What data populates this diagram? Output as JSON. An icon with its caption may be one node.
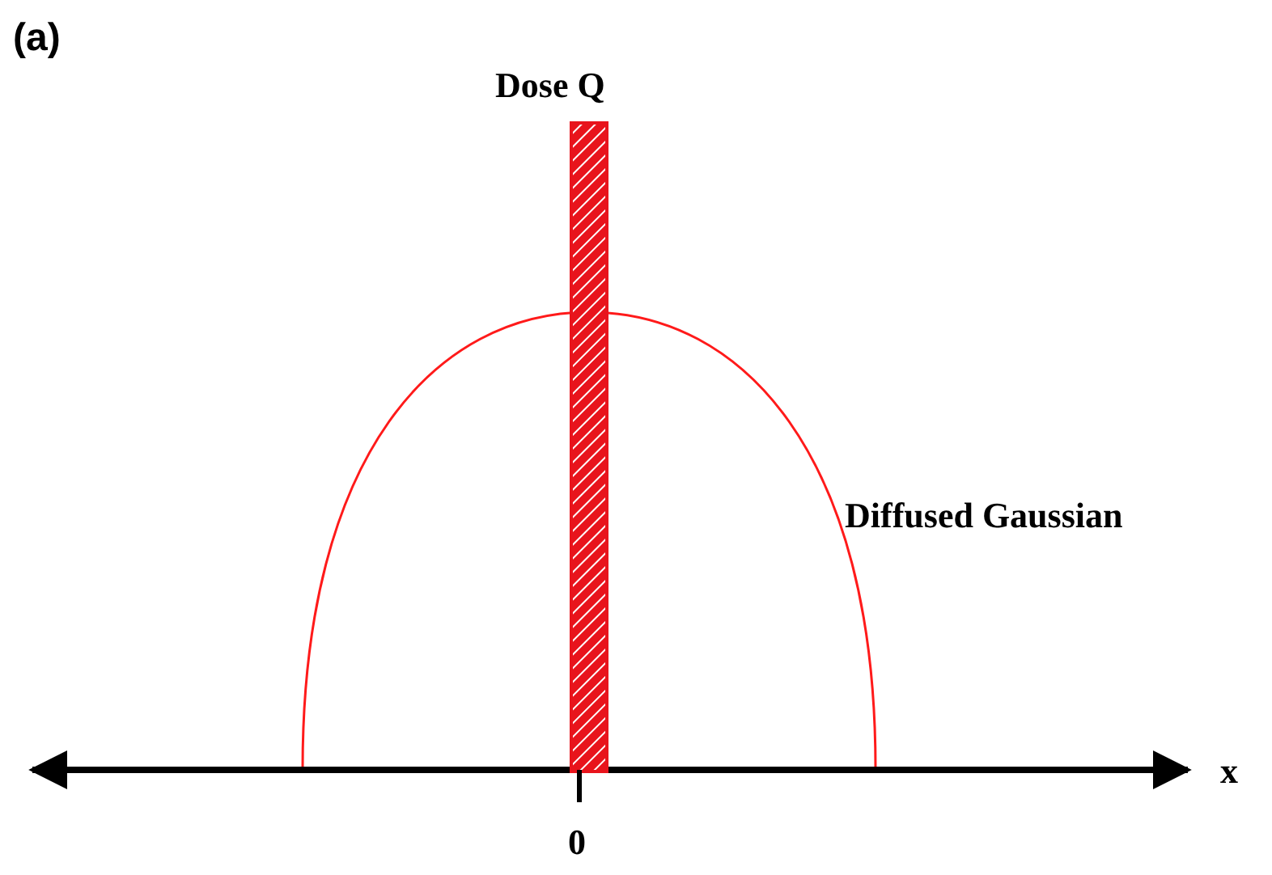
{
  "diagram": {
    "nodes": [
      {
        "text": [
          "Dose Q"
        ]
      }
    ],
    "labels": [
      "(a)",
      "Diffused Gaussian",
      "x",
      "0"
    ]
  }
}
